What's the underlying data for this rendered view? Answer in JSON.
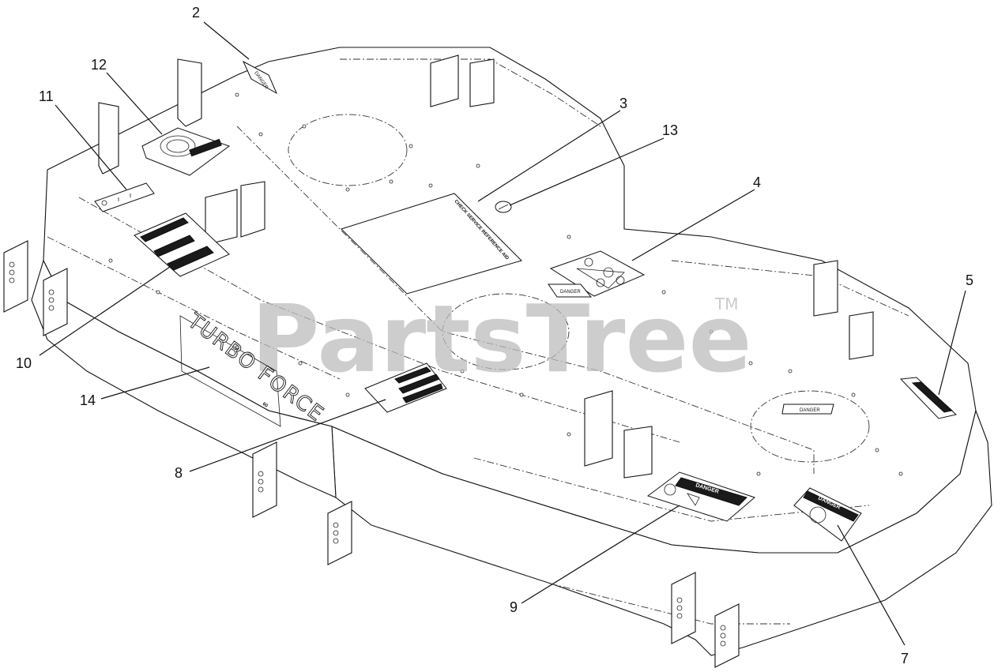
{
  "watermark": {
    "text": "PartsTree",
    "tm": "TM"
  },
  "callouts": [
    {
      "id": "c2",
      "label": "2"
    },
    {
      "id": "c12",
      "label": "12"
    },
    {
      "id": "c11",
      "label": "11"
    },
    {
      "id": "c3",
      "label": "3"
    },
    {
      "id": "c13",
      "label": "13"
    },
    {
      "id": "c4",
      "label": "4"
    },
    {
      "id": "c5",
      "label": "5"
    },
    {
      "id": "c10",
      "label": "10"
    },
    {
      "id": "c14",
      "label": "14"
    },
    {
      "id": "c8",
      "label": "8"
    },
    {
      "id": "c9",
      "label": "9"
    },
    {
      "id": "c7",
      "label": "7"
    }
  ],
  "decals": {
    "danger_small_2": "DANGER",
    "service_ref": "CHECK SERVICE REFERENCE AID",
    "belt_danger": "DANGER",
    "mid_danger": "DANGER",
    "danger_9": "DANGER",
    "danger_7": "DANGER",
    "turbo_force": "TURBO FORCE",
    "turbo_size": "60"
  }
}
